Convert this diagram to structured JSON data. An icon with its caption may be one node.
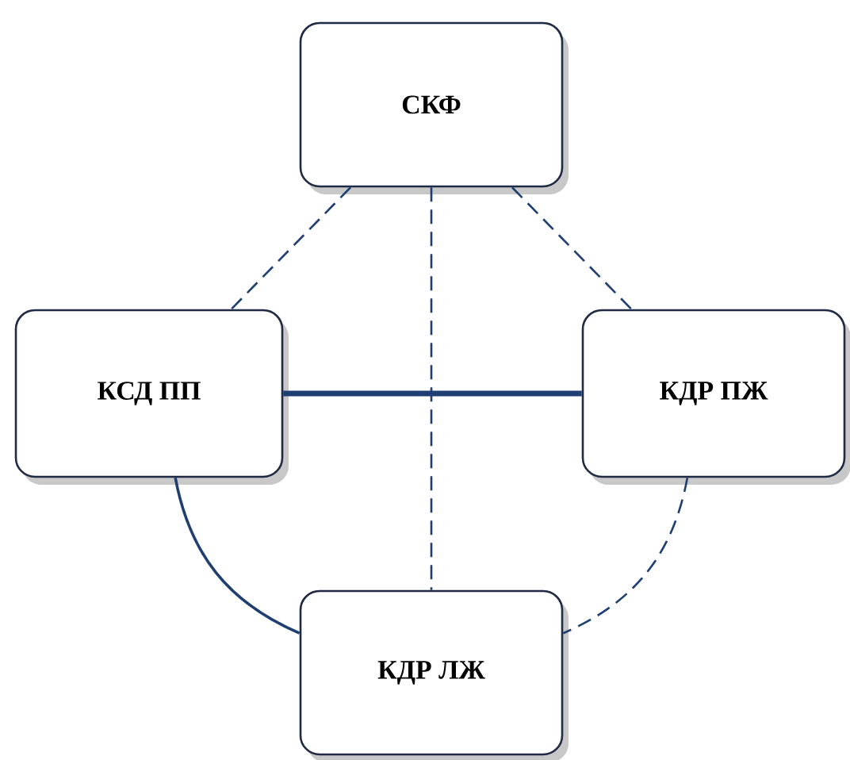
{
  "diagram": {
    "nodes": [
      {
        "text": [
          "СКФ"
        ]
      },
      {
        "text": [
          "КСД ПП"
        ]
      },
      {
        "text": [
          "КДР ПЖ"
        ]
      },
      {
        "text": [
          "КДР ЛЖ"
        ]
      }
    ],
    "edges": [
      {
        "from": 0,
        "to": 1,
        "arrow": "none",
        "style": "dashed"
      },
      {
        "from": 0,
        "to": 2,
        "arrow": "none",
        "style": "dashed"
      },
      {
        "from": 0,
        "to": 3,
        "arrow": "none",
        "style": "dashed"
      },
      {
        "from": 1,
        "to": 2,
        "arrow": "none",
        "style": "thick"
      },
      {
        "from": 1,
        "to": 3,
        "arrow": "none"
      },
      {
        "from": 2,
        "to": 3,
        "arrow": "none",
        "style": "dashed"
      }
    ]
  }
}
